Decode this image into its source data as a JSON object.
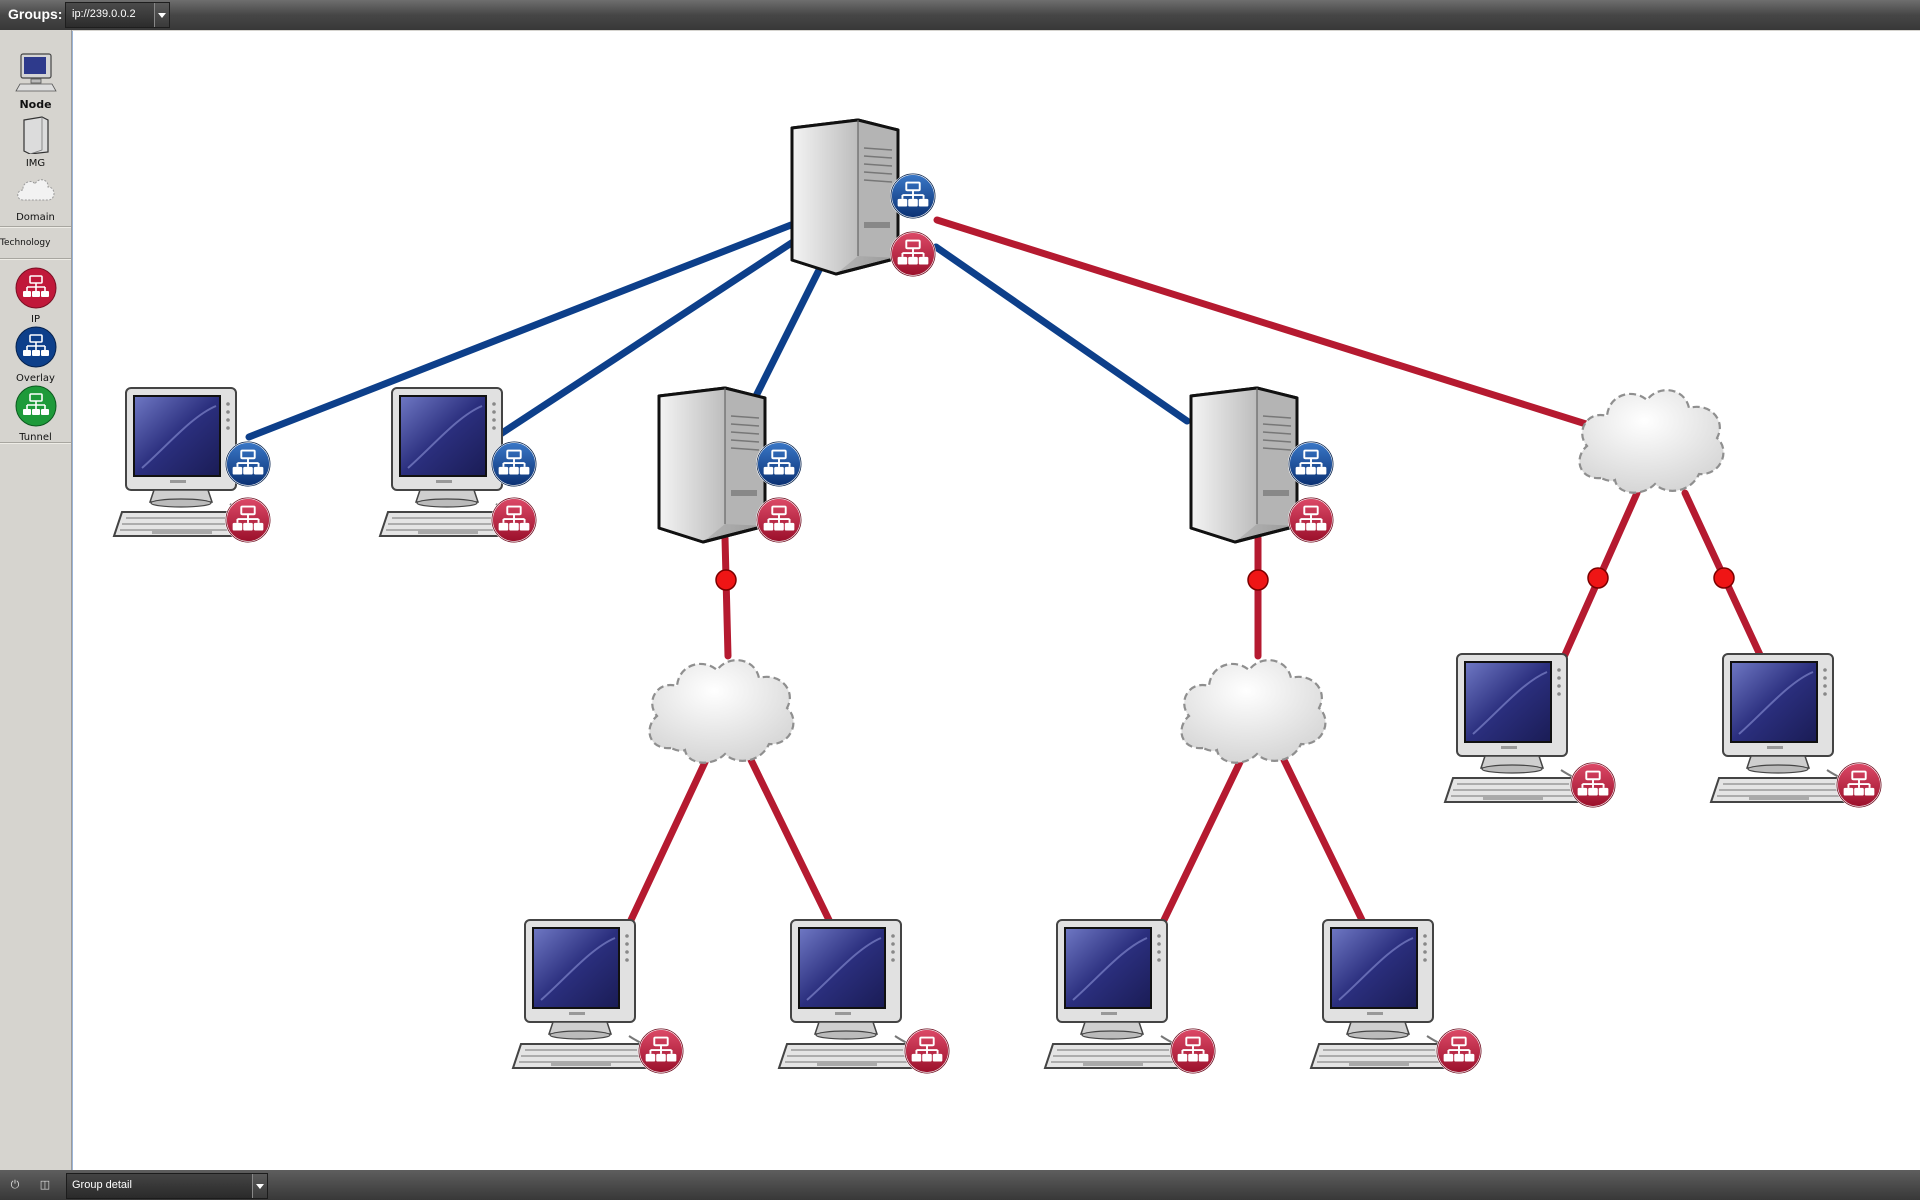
{
  "header": {
    "groups_label": "Groups:",
    "group_value": "ip://239.0.0.2"
  },
  "palette": {
    "node_label": "Node",
    "img_label": "IMG",
    "domain_label": "Domain",
    "technology_label": "Technology",
    "ip_label": "IP",
    "overlay_label": "Overlay",
    "tunnel_label": "Tunnel"
  },
  "footer": {
    "view_value": "Group detail"
  },
  "colors": {
    "ip": "#c0183a",
    "overlay": "#0d3f8a",
    "tunnel": "#1e9a3a",
    "ip_link": "#b51a30",
    "overlay_link": "#0d3f8a",
    "junction": "#ef1515"
  }
}
